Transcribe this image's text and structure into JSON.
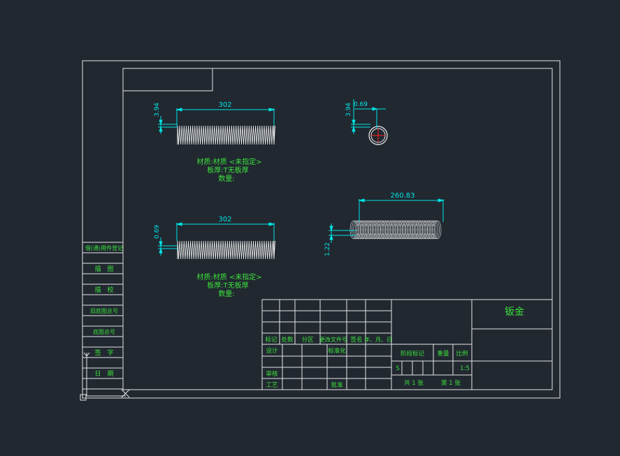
{
  "colors": {
    "background": "#212830",
    "frame": "#e6e6e6",
    "dimension": "#00e5e5",
    "text": "#3ce03c",
    "spring": "#f0f0f0",
    "circle_center": "#ff2020"
  },
  "view1": {
    "dim_len": "302",
    "dim_h": "3.94",
    "notes": [
      "材质:材质 <未指定>",
      "板厚:T无板厚",
      "数量:"
    ]
  },
  "view2": {
    "dim_h": "3.94",
    "dim_d": "0.69"
  },
  "view3": {
    "dim_len": "302",
    "dim_h": "0.69",
    "notes": [
      "材质:材质 <未指定>",
      "板厚:T无板厚",
      "数量:"
    ]
  },
  "view4": {
    "dim_len": "260.83",
    "dim_h": "1.22"
  },
  "left_strip": {
    "cells": [
      "借(通)用件登记",
      "描　图",
      "描　校",
      "旧底图总号",
      "底图总号",
      "签　字",
      "日　期"
    ]
  },
  "title_block": {
    "part_name": "钣金",
    "header": [
      "标记",
      "处数",
      "分区",
      "更改文件号",
      "签名",
      "年、月、日"
    ],
    "design": "设计",
    "standardize": "标准化",
    "review": "审核",
    "process": "工艺",
    "approve": "批准",
    "stage_mark": "阶段标记",
    "weight": "重量",
    "scale_label": "比例",
    "stage_value": "S",
    "scale_value": "1:5",
    "sheets_total": "共 1 张",
    "sheet_no": "第 1 张"
  }
}
